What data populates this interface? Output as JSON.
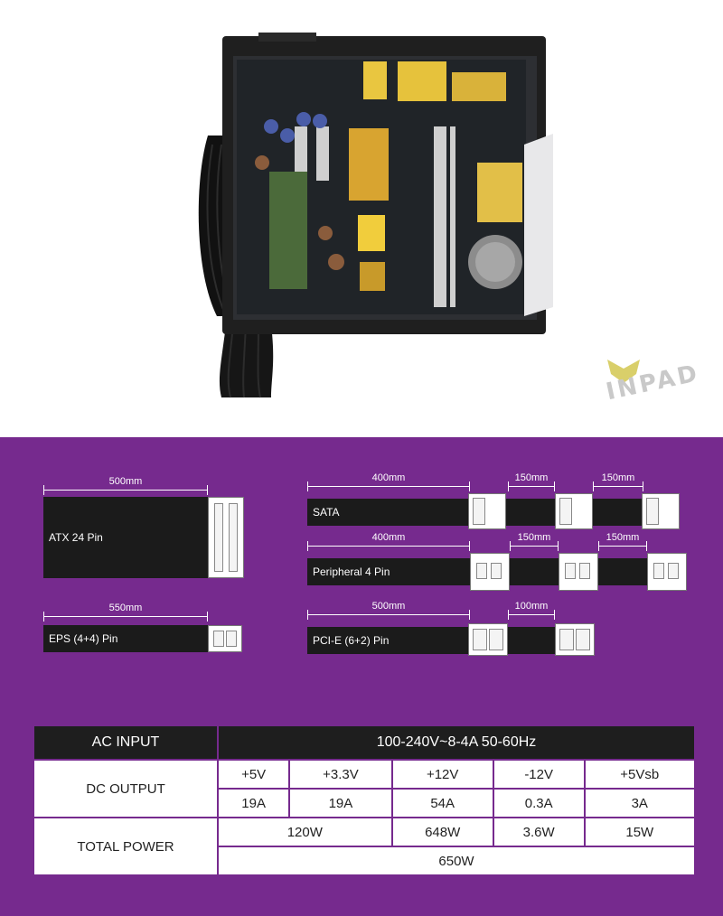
{
  "watermark": {
    "brand": "INPAD"
  },
  "cables": {
    "atx": {
      "label": "ATX 24 Pin",
      "length": "500mm"
    },
    "eps": {
      "label": "EPS (4+4) Pin",
      "length": "550mm"
    },
    "sata": {
      "label": "SATA",
      "length": "400mm",
      "gaps": [
        "150mm",
        "150mm"
      ]
    },
    "peripheral": {
      "label": "Peripheral 4 Pin",
      "length": "400mm",
      "gaps": [
        "150mm",
        "150mm"
      ]
    },
    "pcie": {
      "label": "PCI-E (6+2) Pin",
      "length": "500mm",
      "gaps": [
        "100mm"
      ]
    }
  },
  "spec_table": {
    "ac_input_label": "AC INPUT",
    "ac_input_value": "100-240V~8-4A 50-60Hz",
    "dc_output_label": "DC OUTPUT",
    "rails": [
      "+5V",
      "+3.3V",
      "+12V",
      "-12V",
      "+5Vsb"
    ],
    "currents": [
      "19A",
      "19A",
      "54A",
      "0.3A",
      "3A"
    ],
    "total_power_label": "TOTAL POWER",
    "combined_5v_33v": "120W",
    "rail_12v_power": "648W",
    "rail_neg12v_power": "3.6W",
    "rail_5vsb_power": "15W",
    "total": "650W"
  },
  "colors": {
    "panel": "#762a8e",
    "header": "#1e1e1e",
    "cable": "#1b1b1b"
  }
}
